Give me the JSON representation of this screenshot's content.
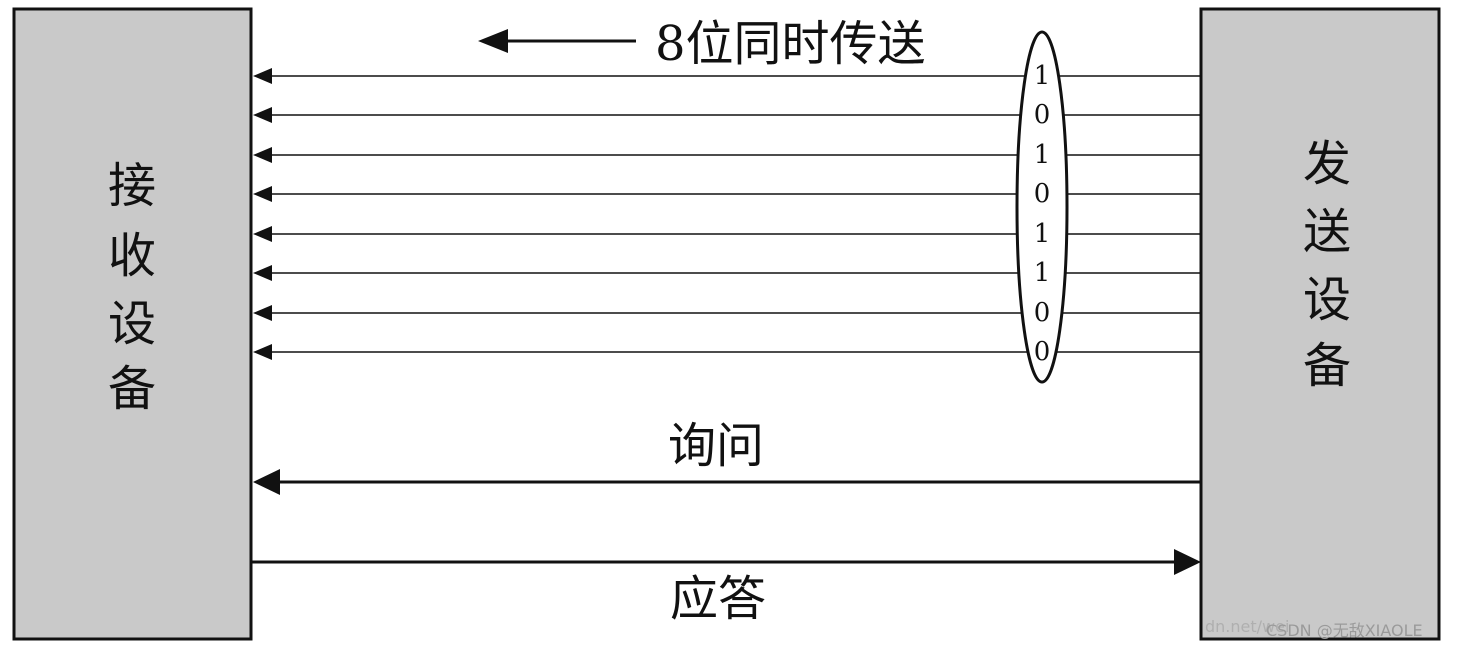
{
  "title": "8位同时传送",
  "receiver": {
    "label": [
      "接",
      "收",
      "设",
      "备"
    ]
  },
  "sender": {
    "label": [
      "发",
      "送",
      "设",
      "备"
    ]
  },
  "bits": [
    "1",
    "0",
    "1",
    "0",
    "1",
    "1",
    "0",
    "0"
  ],
  "query_label": "询问",
  "response_label": "应答",
  "watermark": {
    "faded": "dn.net/wei",
    "main": "CSDN @无敌XIAOLE"
  },
  "colors": {
    "box_fill": "#c9c9c9",
    "stroke": "#111111"
  }
}
